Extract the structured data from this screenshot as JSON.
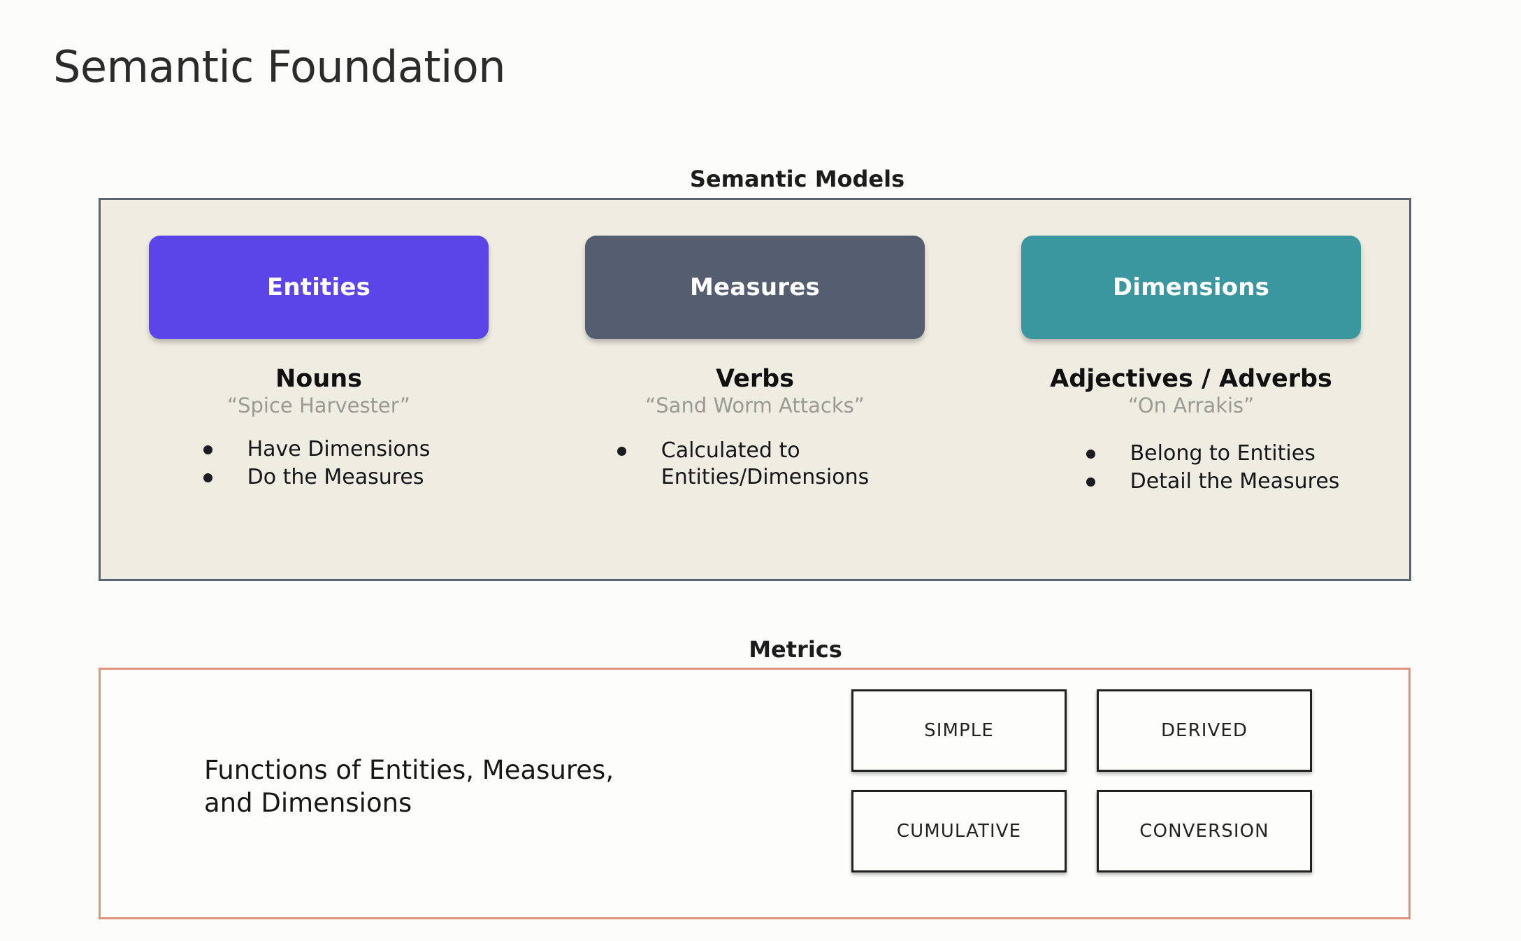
{
  "slide": {
    "title": "Semantic Foundation",
    "background_color": "#fcfdfb"
  },
  "semantic_models": {
    "heading": "Semantic Models",
    "panel_background": "#efece1",
    "panel_border_color": "#5a6473",
    "columns": [
      {
        "card_label": "Entities",
        "card_color": "#5b45e8",
        "part_of_speech": "Nouns",
        "example": "“Spice Harvester”",
        "bullets": [
          "Have Dimensions",
          "Do the Measures"
        ]
      },
      {
        "card_label": "Measures",
        "card_color": "#555d70",
        "part_of_speech": "Verbs",
        "example": "“Sand Worm Attacks”",
        "bullets": [
          "Calculated to\nEntities/Dimensions"
        ]
      },
      {
        "card_label": "Dimensions",
        "card_color": "#3a97a0",
        "part_of_speech": "Adjectives / Adverbs",
        "example": "“On Arrakis”",
        "bullets": [
          "Belong to Entities",
          "Detail the Measures"
        ]
      }
    ]
  },
  "metrics": {
    "heading": "Metrics",
    "panel_border_color": "#e2917a",
    "description": "Functions of Entities, Measures,\nand Dimensions",
    "types": [
      "SIMPLE",
      "DERIVED",
      "CUMULATIVE",
      "CONVERSION"
    ]
  }
}
